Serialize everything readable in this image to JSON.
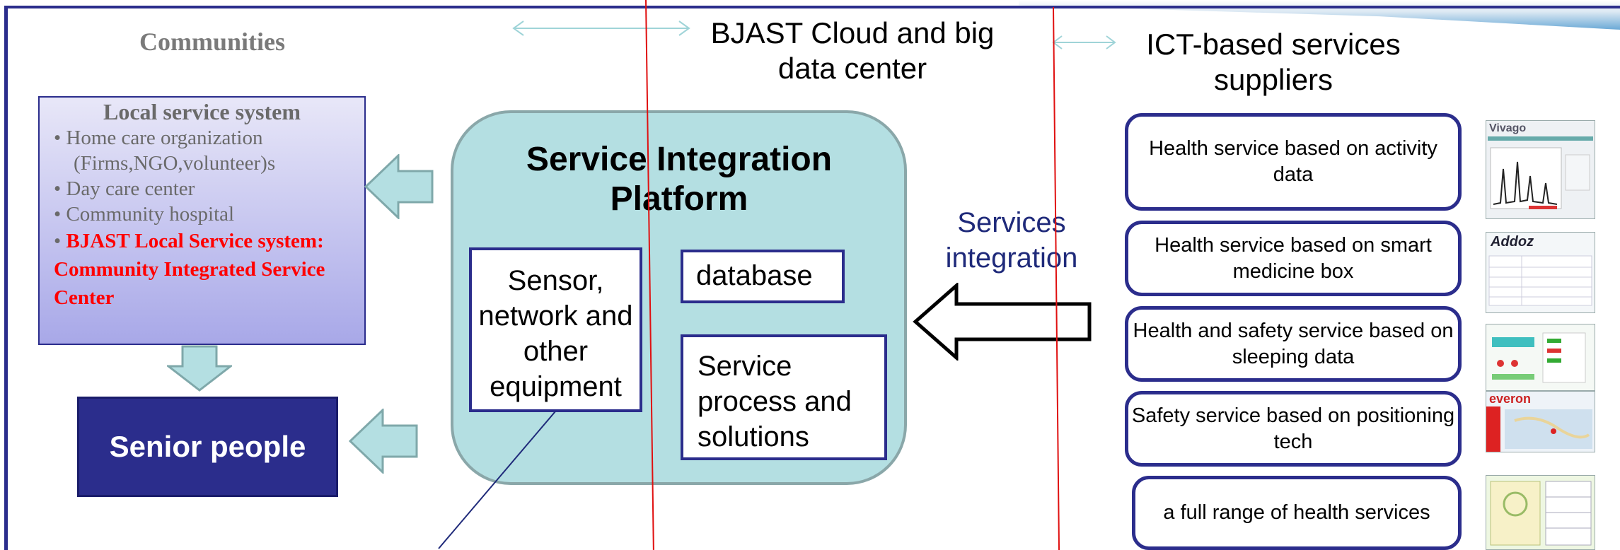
{
  "headers": {
    "communities": "Communities",
    "cloud": "BJAST Cloud and big data center",
    "ict": "ICT-based  services suppliers"
  },
  "local_service": {
    "title": "Local service system",
    "items": [
      "Home care organization",
      "(Firms,NGO,volunteer)s",
      "Day care center",
      "Community hospital"
    ],
    "highlight": "BJAST Local Service system: Community Integrated Service Center"
  },
  "senior": "Senior people",
  "platform": {
    "title": "Service Integration Platform",
    "sensor": "Sensor, network and other equipment",
    "database": "database",
    "process": "Service process and solutions"
  },
  "services_integration": "Services integration",
  "services": [
    "Health service based on activity data",
    "Health service based on smart medicine box",
    "Health and safety service based on sleeping data",
    "Safety service based on positioning tech",
    "a full range of health services"
  ],
  "thumbnails": [
    "Vivago",
    "Addoz",
    "",
    "everon",
    ""
  ],
  "colors": {
    "navy": "#2b2d8c",
    "platform_fill": "#b4dfe2",
    "arrow_fill": "#b4dfe2",
    "highlight_red": "#ff0000",
    "divider_red": "#e01010"
  }
}
